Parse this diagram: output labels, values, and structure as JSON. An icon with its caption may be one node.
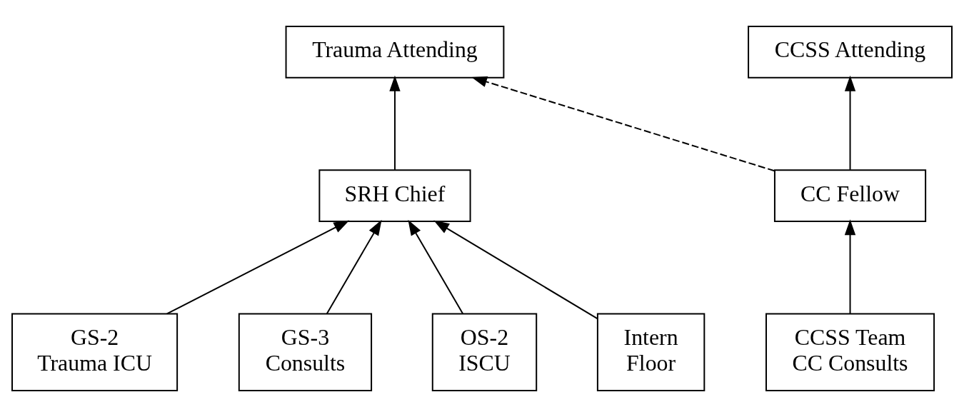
{
  "diagram": {
    "nodes": [
      {
        "text": [
          "CCSS Attending"
        ]
      },
      {
        "text": [
          "Trauma Attending"
        ]
      },
      {
        "text": [
          "CC Fellow"
        ]
      },
      {
        "text": [
          "SRH Chief"
        ]
      },
      {
        "text": [
          "CCSS Team",
          "CC Consults"
        ]
      },
      {
        "text": [
          "GS-2",
          "Trauma ICU"
        ]
      },
      {
        "text": [
          "GS-3",
          "Consults"
        ]
      },
      {
        "text": [
          "OS-2",
          "ISCU"
        ]
      },
      {
        "text": [
          "Intern",
          "Floor"
        ]
      }
    ],
    "edges": [
      {
        "from": 2,
        "to": 0,
        "arrow": "to"
      },
      {
        "from": 2,
        "to": 1,
        "arrow": "to",
        "style": "dashed"
      },
      {
        "from": 3,
        "to": 1,
        "arrow": "to"
      },
      {
        "from": 4,
        "to": 2,
        "arrow": "to"
      },
      {
        "from": 5,
        "to": 3,
        "arrow": "to"
      },
      {
        "from": 6,
        "to": 3,
        "arrow": "to"
      },
      {
        "from": 7,
        "to": 3,
        "arrow": "to"
      },
      {
        "from": 8,
        "to": 3,
        "arrow": "to"
      }
    ]
  }
}
